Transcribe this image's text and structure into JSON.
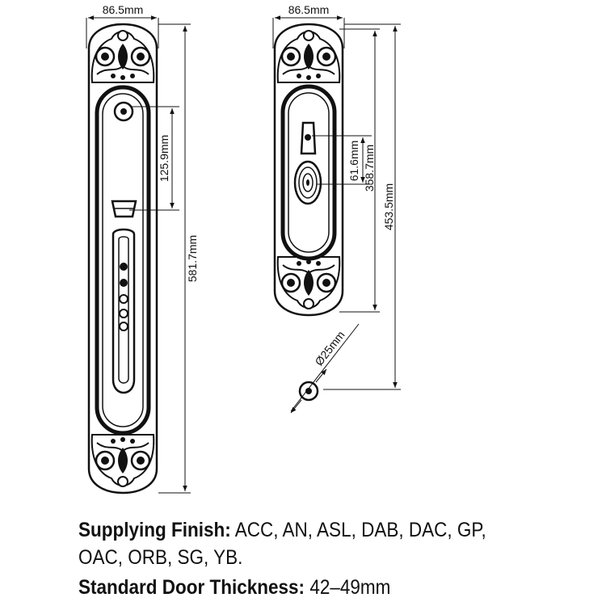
{
  "dimensions": {
    "left_width": "86.5mm",
    "right_width": "86.5mm",
    "key_to_handle": "125.9mm",
    "left_height": "581.7mm",
    "thumbturn_to_key": "61.6mm",
    "right_plate_height": "358.7mm",
    "right_total_height": "453.5mm",
    "rosette_diameter": "Ø25mm"
  },
  "caption": {
    "finish_label": "Supplying Finish:",
    "finish_values": "ACC, AN, ASL, DAB, DAC, GP,",
    "finish_values_2": "OAC, ORB, SG, YB.",
    "thickness_label": "Standard Door Thickness:",
    "thickness_value": "42–49mm"
  },
  "colors": {
    "ink": "#111111",
    "background": "#ffffff"
  }
}
